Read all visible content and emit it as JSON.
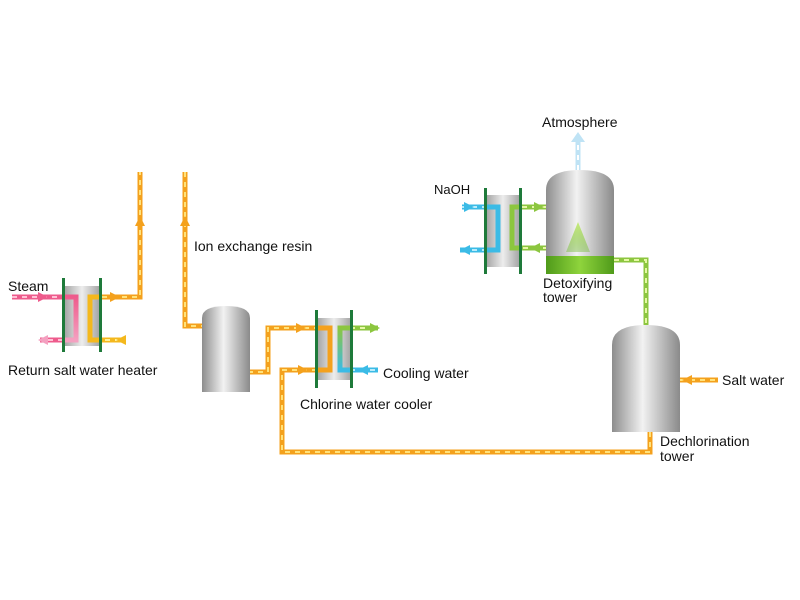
{
  "labels": {
    "steam": "Steam",
    "return_salt_water_heater": "Return salt water heater",
    "ion_exchange_resin": "Ion exchange resin",
    "cooling_water": "Cooling water",
    "chlorine_water_cooler": "Chlorine water cooler",
    "naoh": "NaOH",
    "atmosphere": "Atmosphere",
    "detoxifying_tower_line1": "Detoxifying",
    "detoxifying_tower_line2": "tower",
    "salt_water": "Salt water",
    "dechlorination_tower_line1": "Dechlorination",
    "dechlorination_tower_line2": "tower"
  },
  "colors": {
    "salt_water_line": "#f4a11d",
    "salt_water_dash": "#ffe27a",
    "steam_line": "#ee5b8c",
    "steam_dash": "#ffc0d5",
    "cooling_water_line": "#3bbbe6",
    "cooling_water_dash": "#b9ecfb",
    "chlorine_line": "#8cc63f",
    "chlorine_dash": "#e6f7a6",
    "exchanger_plate": "#1e7a3a",
    "detox_packing": "#6db82b",
    "atmosphere_vent": "#bfe3f5"
  }
}
